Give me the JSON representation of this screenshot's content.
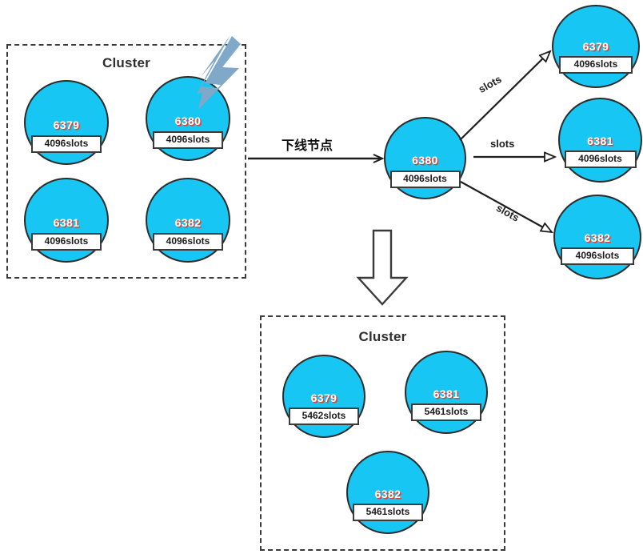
{
  "diagram": {
    "title": "Redis Cluster node removal and slot redistribution",
    "colors": {
      "node_fill": "#17c6f2",
      "node_stroke": "#2b2b2b",
      "port_text": "#ffffff",
      "port_shadow": "#e8402a",
      "box_stroke": "#3a3a3a",
      "arrow": "#1e1e1e",
      "bolt_fill": "#7fa8c9"
    }
  },
  "cluster_before": {
    "title": "Cluster",
    "nodes": [
      {
        "port": "6379",
        "slots": "4096slots"
      },
      {
        "port": "6380",
        "slots": "4096slots"
      },
      {
        "port": "6381",
        "slots": "4096slots"
      },
      {
        "port": "6382",
        "slots": "4096slots"
      }
    ],
    "failed_node_port": "6380",
    "failure_icon": "lightning-bolt-icon"
  },
  "transition": {
    "label": "下线节点",
    "removed_node": {
      "port": "6380",
      "slots": "4096slots"
    },
    "down_arrow_icon": "down-block-arrow-icon"
  },
  "redistribution": {
    "edges": [
      {
        "label": "slots",
        "target_port": "6379"
      },
      {
        "label": "slots",
        "target_port": "6381"
      },
      {
        "label": "slots",
        "target_port": "6382"
      }
    ],
    "targets": [
      {
        "port": "6379",
        "slots": "4096slots"
      },
      {
        "port": "6381",
        "slots": "4096slots"
      },
      {
        "port": "6382",
        "slots": "4096slots"
      }
    ]
  },
  "cluster_after": {
    "title": "Cluster",
    "nodes": [
      {
        "port": "6379",
        "slots": "5462slots"
      },
      {
        "port": "6381",
        "slots": "5461slots"
      },
      {
        "port": "6382",
        "slots": "5461slots"
      }
    ]
  }
}
